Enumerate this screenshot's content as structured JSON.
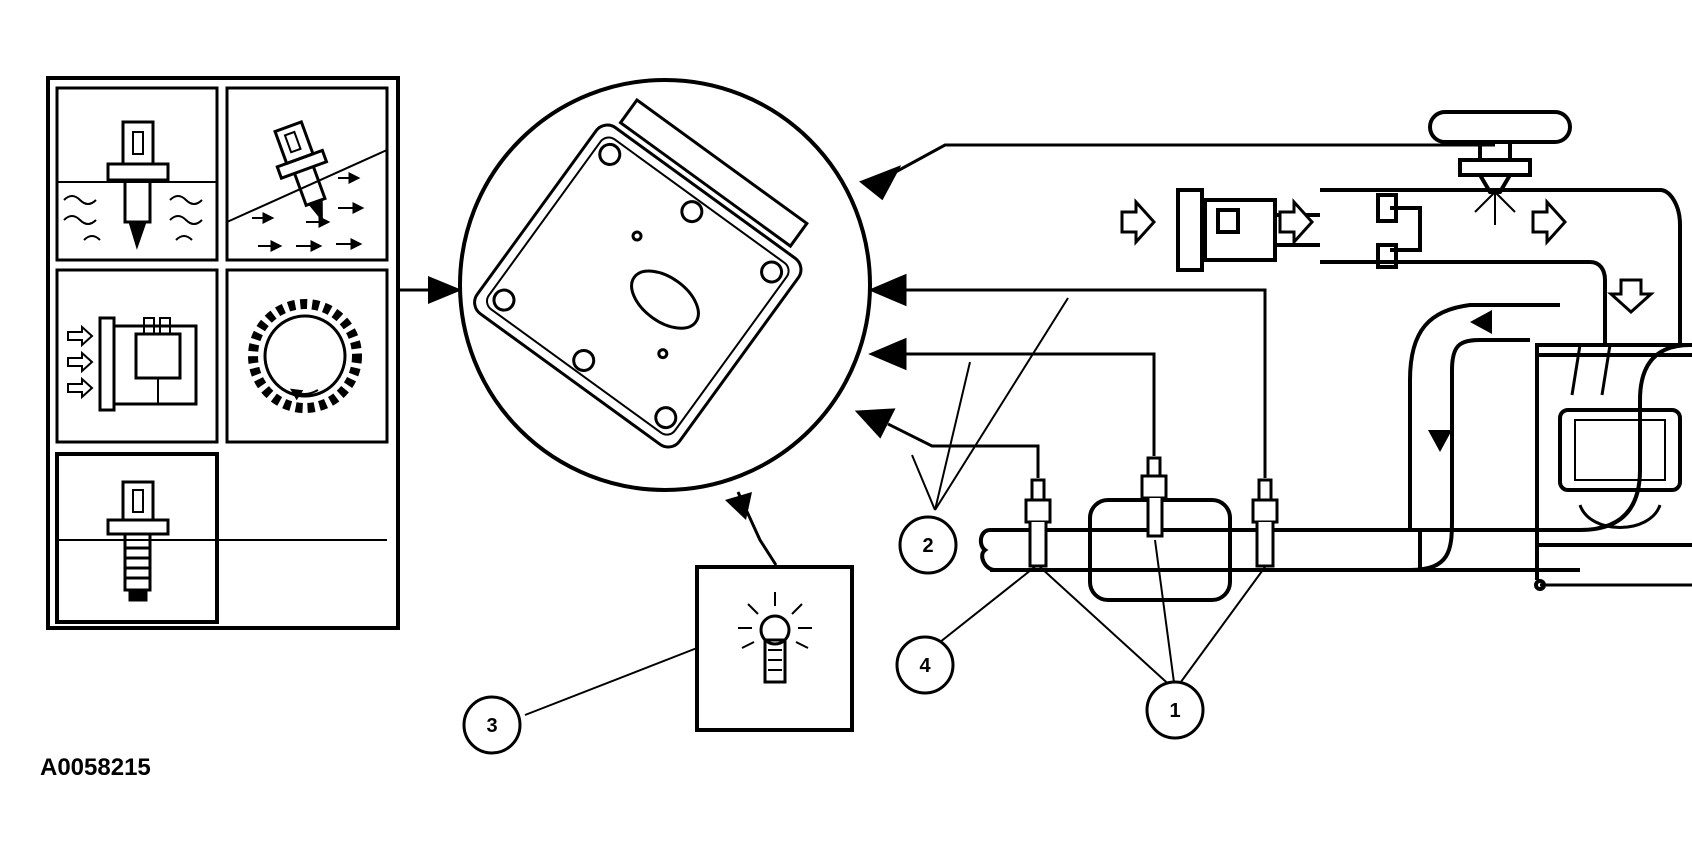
{
  "callouts": {
    "c1": "1",
    "c2": "2",
    "c3": "3",
    "c4": "4"
  },
  "figure_id": "A0058215",
  "colors": {
    "ink": "#000000",
    "paper": "#ffffff"
  },
  "icons": {
    "sensor_panel": [
      "immersion-sensor-icon",
      "inline-flow-sensor-icon",
      "mass-airflow-sensor-icon",
      "reluctor-wheel-sensor-icon",
      "threaded-sensor-icon"
    ],
    "module": "control-module-icon",
    "lamp": "indicator-lamp-icon",
    "engine": "engine-cylinder-icon",
    "exhaust": "exhaust-system-icon"
  }
}
